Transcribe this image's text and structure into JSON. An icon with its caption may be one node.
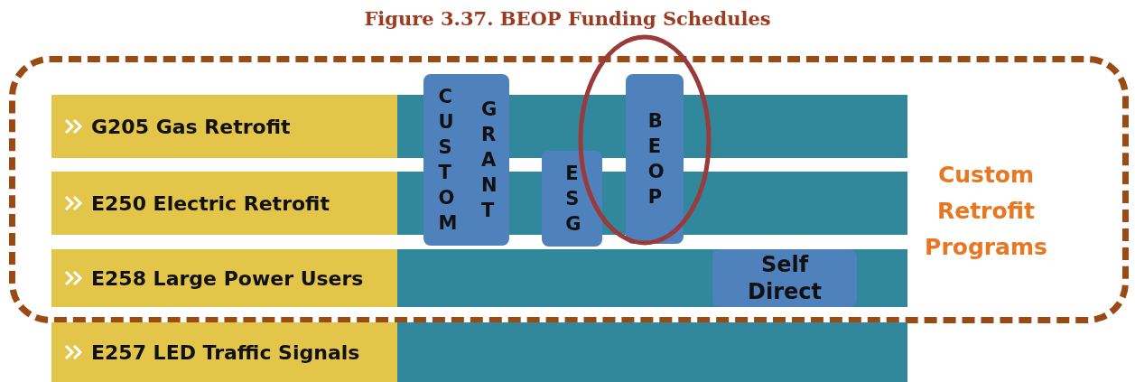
{
  "diagram": {
    "title": "Figure 3.37.  BEOP Funding Schedules",
    "nodes": [
      {
        "text": [
          "Custom Retrofit Programs"
        ]
      },
      {
        "text": [
          "G205 Gas Retrofit"
        ],
        "in": 0
      },
      {
        "text": [
          "E250 Electric Retrofit"
        ],
        "in": 0
      },
      {
        "text": [
          "E258 Large Power Users"
        ],
        "in": 0
      },
      {
        "text": [
          "E257 LED Traffic Signals"
        ]
      },
      {
        "text": [
          "CUSTOM",
          "GRANT"
        ],
        "in": 0
      },
      {
        "text": [
          "ESG"
        ],
        "in": 0
      },
      {
        "text": [
          "BEOP"
        ],
        "in": 0
      },
      {
        "text": [
          "Self Direct"
        ],
        "in": 3
      }
    ],
    "edges": []
  }
}
